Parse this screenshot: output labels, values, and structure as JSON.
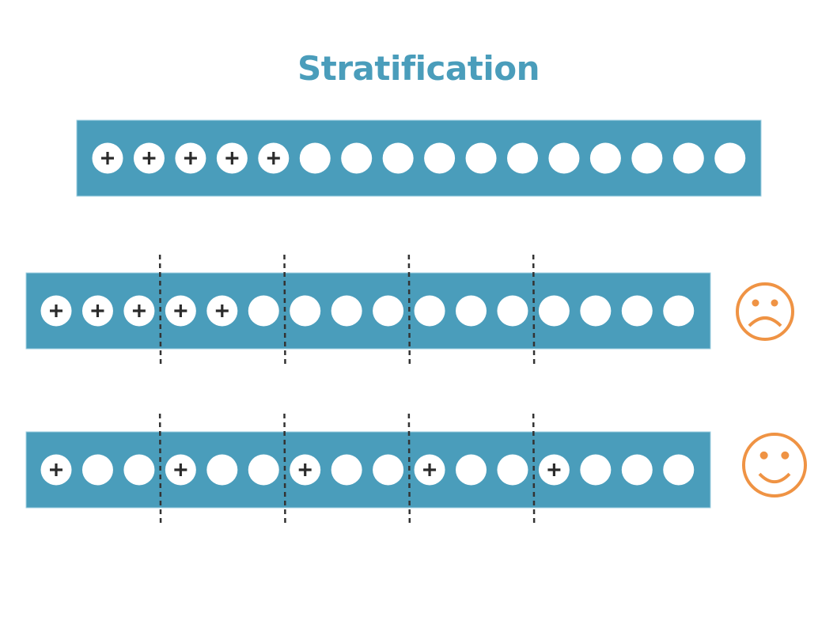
{
  "title": "Stratification",
  "colors": {
    "bar": "#4a9dbb",
    "circle": "#ffffff",
    "plus": "#2b2b2b",
    "divider": "#333333",
    "face": "#ef9344"
  },
  "rows": [
    {
      "name": "population",
      "items": [
        "+",
        "+",
        "+",
        "+",
        "+",
        "",
        "",
        "",
        "",
        "",
        "",
        "",
        "",
        "",
        "",
        ""
      ],
      "dividers": [],
      "face": null
    },
    {
      "name": "unstratified-split",
      "items": [
        "+",
        "+",
        "+",
        "+",
        "+",
        "",
        "",
        "",
        "",
        "",
        "",
        "",
        "",
        "",
        "",
        ""
      ],
      "dividers": [
        3,
        6,
        9,
        12
      ],
      "face": "sad-face"
    },
    {
      "name": "stratified-split",
      "items": [
        "+",
        "",
        "",
        "+",
        "",
        "",
        "+",
        "",
        "",
        "+",
        "",
        "",
        "+",
        "",
        "",
        ""
      ],
      "dividers": [
        3,
        6,
        9,
        12
      ],
      "face": "happy-face"
    }
  ]
}
